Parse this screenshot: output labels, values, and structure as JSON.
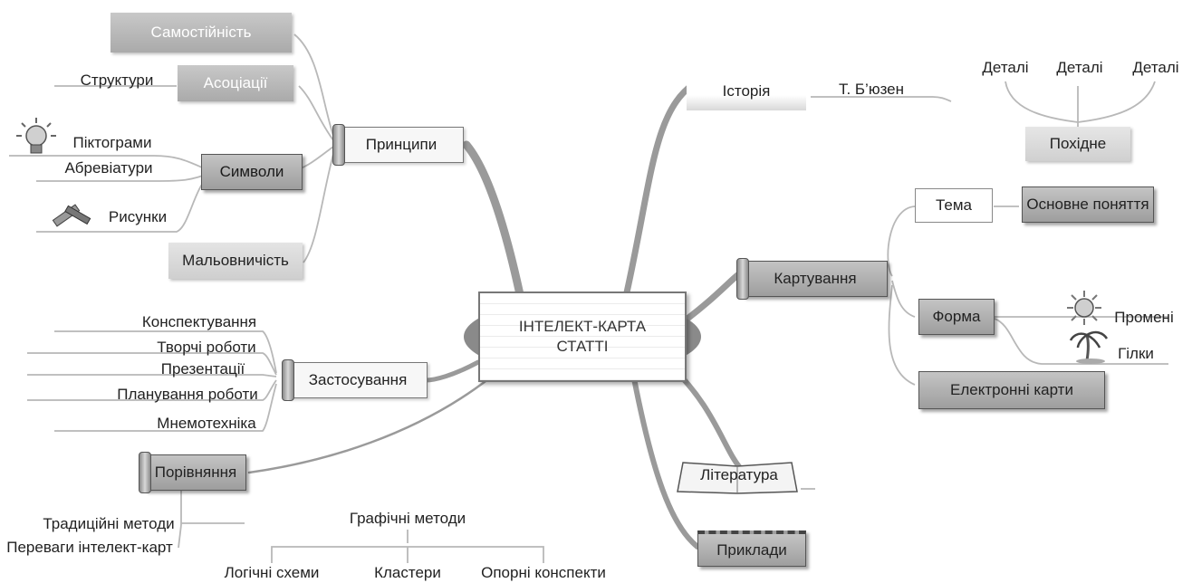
{
  "central": {
    "line1": "ІНТЕЛЕКТ-КАРТА",
    "line2": "СТАТТІ"
  },
  "principles": {
    "title": "Принципи",
    "independence": "Самостійність",
    "associations": "Асоціації",
    "structures": "Структури",
    "symbols": "Символи",
    "pictograms": "Піктограми",
    "abbreviations": "Абревіатури",
    "drawings": "Рисунки",
    "picturesque": "Мальовничість"
  },
  "history": {
    "title": "Історія",
    "author": "Т. Б’юзен"
  },
  "details": {
    "item": "Деталі",
    "derived": "Похідне"
  },
  "mapping": {
    "title": "Картування",
    "theme": "Тема",
    "basic_concept": "Основне поняття",
    "form": "Форма",
    "rays": "Промені",
    "branches": "Гілки",
    "electronic_maps": "Електронні карти"
  },
  "application": {
    "title": "Застосування",
    "items": [
      "Конспектування",
      "Творчі роботи",
      "Презентації",
      "Планування роботи",
      "Мнемотехніка"
    ]
  },
  "comparison": {
    "title": "Порівняння",
    "traditional": "Традиційні методи",
    "advantages": "Переваги інтелект-карт",
    "graphic": "Графічні методи",
    "graphic_items": [
      "Логічні схеми",
      "Кластери",
      "Опорні конспекти"
    ]
  },
  "literature": {
    "title": "Література"
  },
  "examples": {
    "title": "Приклади"
  },
  "icons": [
    "lightbulb-icon",
    "pencil-ruler-icon",
    "sun-icon",
    "palm-tree-icon",
    "open-book-icon"
  ],
  "colors": {
    "branch": "#9a9a9a",
    "line": "#b8b8b8",
    "node_grey": "#b4b4b4"
  }
}
